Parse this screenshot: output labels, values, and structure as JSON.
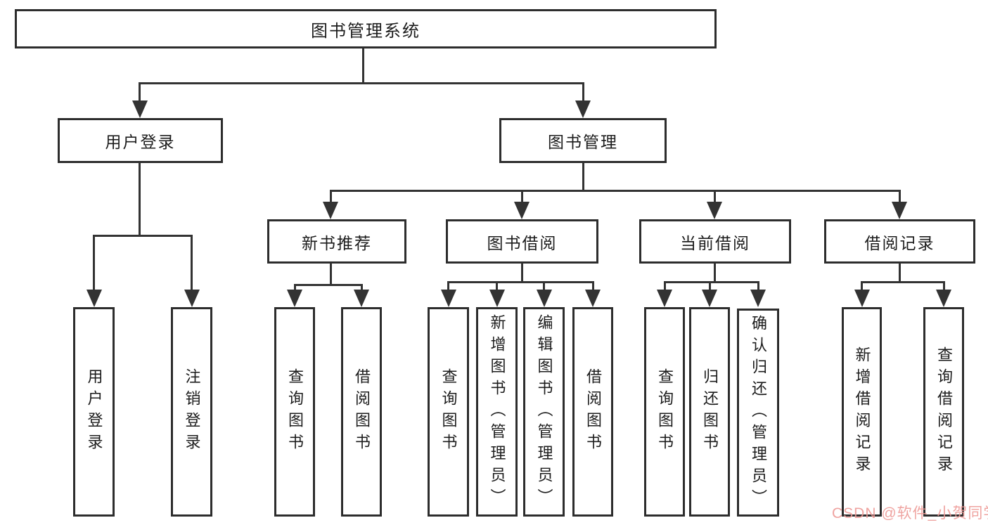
{
  "nodes": {
    "root": {
      "label": "图书管理系统"
    },
    "user_login": {
      "label": "用户登录"
    },
    "book_management": {
      "label": "图书管理"
    },
    "new_book_recommend": {
      "label": "新书推荐"
    },
    "book_borrowing": {
      "label": "图书借阅"
    },
    "current_borrowing": {
      "label": "当前借阅"
    },
    "borrowing_records": {
      "label": "借阅记录"
    },
    "user_login_children": [
      {
        "label": "用户登录"
      },
      {
        "label": "注销登录"
      }
    ],
    "new_book_recommend_children": [
      {
        "label": "查询图书"
      },
      {
        "label": "借阅图书"
      }
    ],
    "book_borrowing_children": [
      {
        "label": "查询图书"
      },
      {
        "label": "新增图书（管理员）"
      },
      {
        "label": "编辑图书（管理员）"
      },
      {
        "label": "借阅图书"
      }
    ],
    "current_borrowing_children": [
      {
        "label": "查询图书"
      },
      {
        "label": "归还图书"
      },
      {
        "label": "确认归还（管理员）"
      }
    ],
    "borrowing_records_children": [
      {
        "label": "新增借阅记录"
      },
      {
        "label": "查询借阅记录"
      }
    ]
  },
  "watermark": {
    "label": "CSDN @软件_小贺同学"
  },
  "colors": {
    "line": "#333333",
    "border": "#2d2d2d",
    "text": "#1c1c1c",
    "watermark": "#ee9a96",
    "bg": "#ffffff"
  }
}
